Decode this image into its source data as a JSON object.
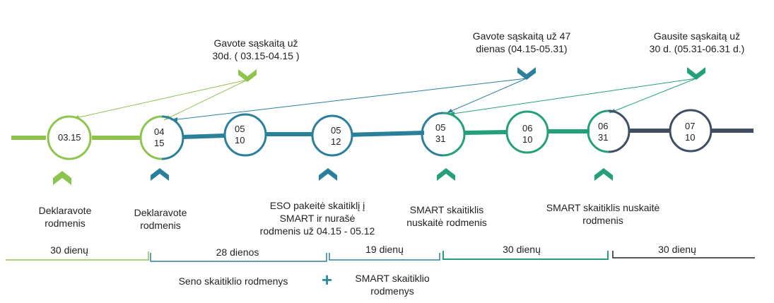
{
  "colors": {
    "light_green": "#8dc44d",
    "teal_blue": "#2a7f9a",
    "green": "#23a079",
    "slate": "#3f4e63",
    "black": "#222222"
  },
  "top_callouts": [
    {
      "line1": "Gavote sąskaitą už",
      "line2": "30d. ( 03.15-04.15 )",
      "color": "#8dc44d"
    },
    {
      "line1": "Gavote sąskaitą už 47",
      "line2": "dienas (04.15-05.31)",
      "color": "#2a7f9a"
    },
    {
      "line1": "Gausite sąskaitą už",
      "line2": "30 d. (05.31-06.31 d.)",
      "color": "#23a079"
    }
  ],
  "nodes": [
    {
      "label": "03.15",
      "color": "#8dc44d"
    },
    {
      "line1": "04",
      "line2": "15",
      "color": "#8dc44d"
    },
    {
      "line1": "05",
      "line2": "10",
      "color": "#2a7f9a"
    },
    {
      "line1": "05",
      "line2": "12",
      "color": "#2a7f9a"
    },
    {
      "line1": "05",
      "line2": "31",
      "color": "#23a079"
    },
    {
      "line1": "06",
      "line2": "10",
      "color": "#23a079"
    },
    {
      "line1": "06",
      "line2": "31",
      "color": "#3f4e63"
    },
    {
      "line1": "07",
      "line2": "10",
      "color": "#3f4e63"
    }
  ],
  "bottom_notes": [
    {
      "lines": [
        "Deklaravote",
        "rodmenis"
      ],
      "color": "#8dc44d"
    },
    {
      "lines": [
        "Deklaravote",
        "rodmenis"
      ],
      "color": "#2a7f9a"
    },
    {
      "lines": [
        "ESO pakeitė skaitiklį į",
        "SMART ir nurašė",
        "rodmenis už 04.15 - 05.12"
      ],
      "color": "#2a7f9a"
    },
    {
      "lines": [
        "SMART skaitiklis",
        "nuskaitė rodmenis"
      ],
      "color": "#23a079"
    },
    {
      "lines": [
        "SMART skaitiklis nuskaitė",
        "rodmenis"
      ],
      "color": "#23a079"
    }
  ],
  "periods": [
    {
      "label": "30 dienų",
      "color": "#8dc44d"
    },
    {
      "label": "28 dienos",
      "color": "#2a7f9a"
    },
    {
      "label": "19 dienų",
      "color": "#2a7f9a"
    },
    {
      "label": "30 dienų",
      "color": "#23a079"
    },
    {
      "label": "30 dienų",
      "color": "#222222"
    }
  ],
  "legend": {
    "old_meter": "Seno skaitiklio rodmenys",
    "plus": "+",
    "smart_line1": "SMART skaitiklio",
    "smart_line2": "rodmenys"
  }
}
